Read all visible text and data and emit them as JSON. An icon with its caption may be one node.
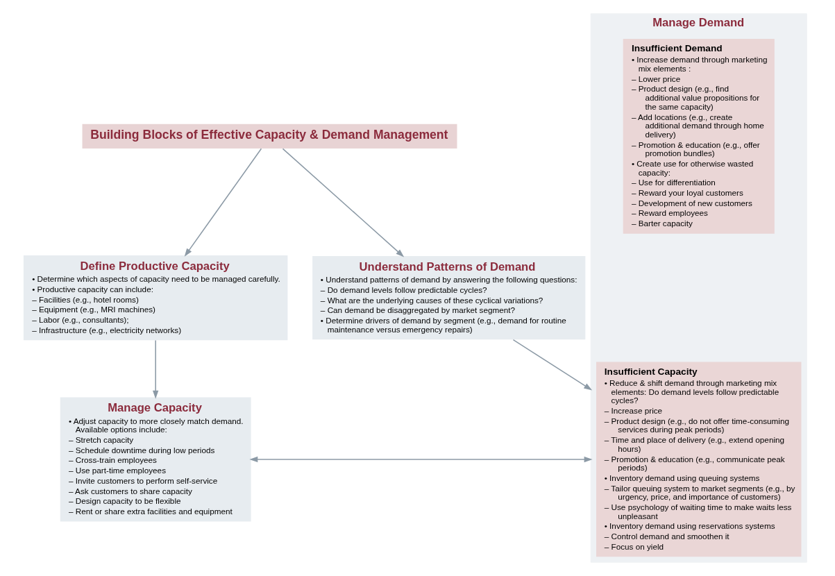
{
  "diagram": {
    "nodes": [
      {
        "text": [
          "Building Blocks of Effective Capacity & Demand Management"
        ]
      },
      {
        "text": [
          "Define Productive Capacity",
          "• Determine which aspects of capacity need to be managed carefully.",
          "• Productive capacity can include:",
          "– Facilities (e.g., hotel rooms)",
          "– Equipment (e.g., MRI machines)",
          "– Labor (e.g., consultants);",
          "– Infrastructure (e.g., electricity networks)"
        ]
      },
      {
        "text": [
          "Understand Patterns of Demand",
          "• Understand patterns of demand by answering the following questions:",
          "– Do demand levels follow predictable cycles?",
          "– What are the underlying causes of these cyclical variations?",
          "– Can demand be disaggregated by market segment?",
          "• Determine drivers of demand by segment (e.g., demand for routine maintenance versus emergency repairs)"
        ]
      },
      {
        "text": [
          "Manage Capacity",
          "• Adjust capacity to more closely match demand. Available options include:",
          "– Stretch capacity",
          "– Schedule downtime during low periods",
          "– Cross-train employees",
          "– Use part-time employees",
          "– Invite customers to perform self-service",
          "– Ask customers to share capacity",
          "– Design capacity to be flexible",
          "– Rent or share extra facilities and equipment"
        ]
      },
      {
        "text": [
          "Manage Demand"
        ]
      },
      {
        "text": [
          "Insufficient Capacity",
          "• Reduce & shift demand through marketing mix elements: Do demand levels follow predictable cycles?",
          "– Increase price",
          "– Product design (e.g., do not offer time-consuming services during peak periods)",
          "– Time and place of delivery (e.g., extend opening hours)",
          "– Promotion & education (e.g., communicate peak periods)",
          "• Inventory demand using queuing systems",
          "– Tailor queuing system to market segments (e.g., by urgency, price, and importance of customers)",
          "– Use psychology of waiting time to make waits less unpleasant",
          "• Inventory demand using reservations systems",
          "– Control demand and smoothen it",
          "– Focus on yield"
        ],
        "in": 4
      },
      {
        "text": [
          "Insufficient Demand",
          "• Increase demand through marketing mix elements :",
          "– Lower price",
          "– Product design (e.g., find additional value propositions for the same capacity)",
          "– Add locations (e.g., create additional demand through home delivery)",
          "– Promotion & education (e.g., offer promotion bundles)",
          "• Create use for otherwise wasted capacity:",
          "– Use for differentiation",
          "– Reward your loyal customers",
          "– Development of new customers",
          "– Reward employees",
          "– Barter capacity"
        ],
        "in": 4
      }
    ],
    "edges": [
      {
        "from": 0,
        "to": 1,
        "arrow": "to"
      },
      {
        "from": 0,
        "to": 2,
        "arrow": "to"
      },
      {
        "from": 1,
        "to": 3,
        "arrow": "to"
      },
      {
        "from": 2,
        "to": 4,
        "arrow": "to"
      },
      {
        "from": 3,
        "to": 4,
        "arrow": "both"
      }
    ]
  }
}
